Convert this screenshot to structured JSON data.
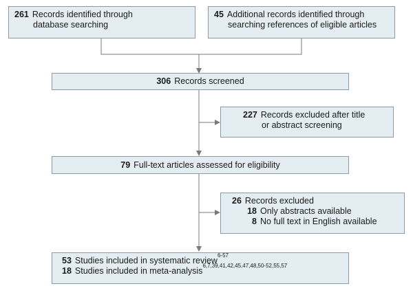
{
  "flowchart": {
    "identified_db": {
      "count": "261",
      "text_line1": "Records identified through",
      "text_line2": "database searching"
    },
    "identified_refs": {
      "count": "45",
      "text_line1": "Additional records identified through",
      "text_line2": "searching references of eligible articles"
    },
    "screened": {
      "count": "306",
      "text": "Records screened"
    },
    "excluded_screening": {
      "count": "227",
      "text_line1": "Records excluded after title",
      "text_line2": "or abstract screening"
    },
    "fulltext": {
      "count": "79",
      "text": "Full-text articles assessed for eligibility"
    },
    "excluded_fulltext": {
      "count": "26",
      "text": "Records excluded",
      "reasons": [
        {
          "count": "18",
          "text": "Only abstracts available"
        },
        {
          "count": "8",
          "text": "No full text in English available"
        }
      ]
    },
    "included": {
      "systematic": {
        "count": "53",
        "text": "Studies included in systematic review",
        "refs": "6-57"
      },
      "meta": {
        "count": "18",
        "text": "Studies included in meta-analysis",
        "refs": "6,7,39,41,42,45,47,48,50-52,55,57"
      }
    }
  },
  "colors": {
    "box_fill": "#e4eef2",
    "box_border": "#8a9aa3",
    "connector": "#7a7a7a"
  }
}
